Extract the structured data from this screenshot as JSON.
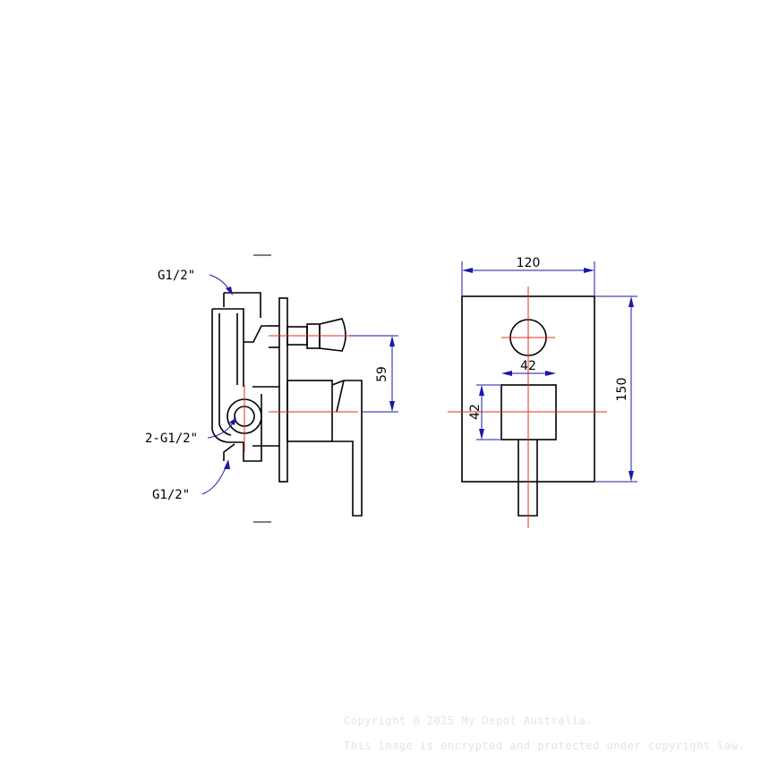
{
  "side_view": {
    "label_top": "G1/2\"",
    "label_mid": "2-G1/2\"",
    "label_bottom": "G1/2\"",
    "dim_vertical": "59"
  },
  "front_view": {
    "dim_width": "120",
    "dim_height": "150",
    "dim_handle_width": "42",
    "dim_handle_height": "42"
  },
  "watermark": {
    "line1": "Copyright @ 2025 My Depot Australia.",
    "line2": "This image is encrypted and protected under copyright law."
  },
  "colors": {
    "outline": "#000000",
    "centerline": "#e03020",
    "dimension": "#1a18a8"
  }
}
